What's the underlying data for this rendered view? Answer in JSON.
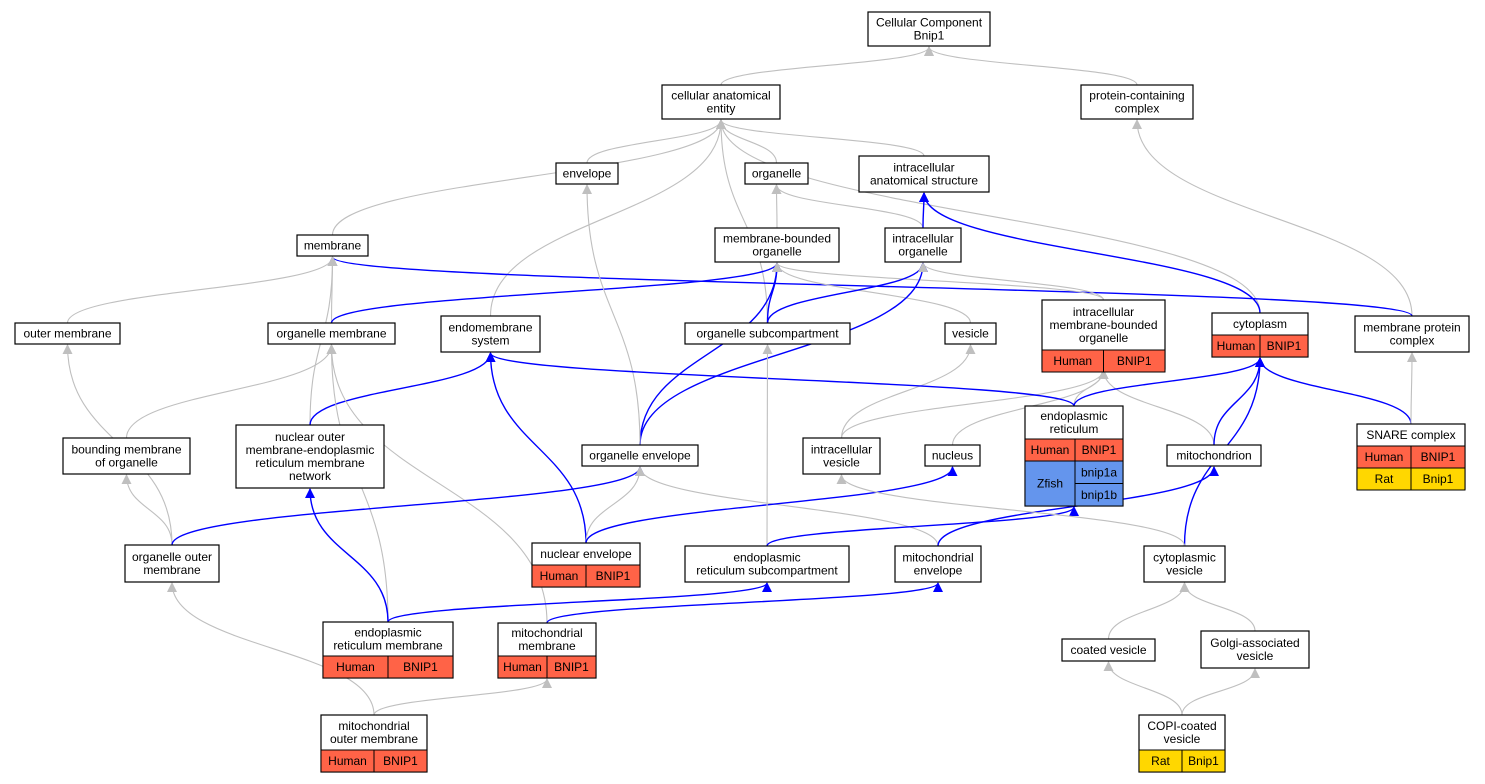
{
  "colors": {
    "gray_edge": "#bfbfbf",
    "blue_edge": "#0000ff",
    "node_stroke": "#000000",
    "human": "#ff6347",
    "zfish": "#6495ed",
    "rat": "#ffd700"
  },
  "nodes": [
    {
      "id": "cc",
      "lines": [
        "Cellular Component",
        "Bnip1"
      ]
    },
    {
      "id": "cae",
      "lines": [
        "cellular anatomical",
        "entity"
      ]
    },
    {
      "id": "pcc",
      "lines": [
        "protein-containing",
        "complex"
      ]
    },
    {
      "id": "envelope",
      "lines": [
        "envelope"
      ]
    },
    {
      "id": "organelle",
      "lines": [
        "organelle"
      ]
    },
    {
      "id": "ias",
      "lines": [
        "intracellular",
        "anatomical structure"
      ]
    },
    {
      "id": "membrane",
      "lines": [
        "membrane"
      ]
    },
    {
      "id": "mbo",
      "lines": [
        "membrane-bounded",
        "organelle"
      ]
    },
    {
      "id": "io",
      "lines": [
        "intracellular",
        "organelle"
      ]
    },
    {
      "id": "outer_membrane",
      "lines": [
        "outer membrane"
      ]
    },
    {
      "id": "organelle_membrane",
      "lines": [
        "organelle membrane"
      ]
    },
    {
      "id": "endomembrane",
      "lines": [
        "endomembrane",
        "system"
      ]
    },
    {
      "id": "osc",
      "lines": [
        "organelle subcompartment"
      ]
    },
    {
      "id": "vesicle",
      "lines": [
        "vesicle"
      ]
    },
    {
      "id": "imbo",
      "lines": [
        "intracellular",
        "membrane-bounded",
        "organelle"
      ],
      "rows": [
        [
          {
            "t": "Human",
            "c": "human"
          },
          {
            "t": "BNIP1",
            "c": "human"
          }
        ]
      ]
    },
    {
      "id": "cytoplasm",
      "lines": [
        "cytoplasm"
      ],
      "rows": [
        [
          {
            "t": "Human",
            "c": "human"
          },
          {
            "t": "BNIP1",
            "c": "human"
          }
        ]
      ]
    },
    {
      "id": "mpc",
      "lines": [
        "membrane protein",
        "complex"
      ]
    },
    {
      "id": "bmo",
      "lines": [
        "bounding membrane",
        "of organelle"
      ]
    },
    {
      "id": "nomer",
      "lines": [
        "nuclear outer",
        "membrane-endoplasmic",
        "reticulum membrane",
        "network"
      ]
    },
    {
      "id": "oenv",
      "lines": [
        "organelle envelope"
      ]
    },
    {
      "id": "iv",
      "lines": [
        "intracellular",
        "vesicle"
      ]
    },
    {
      "id": "nucleus",
      "lines": [
        "nucleus"
      ]
    },
    {
      "id": "er",
      "lines": [
        "endoplasmic",
        "reticulum"
      ],
      "rows": [
        [
          {
            "t": "Human",
            "c": "human"
          },
          {
            "t": "BNIP1",
            "c": "human"
          }
        ]
      ],
      "zfish": {
        "species": "Zfish",
        "genes": [
          "bnip1a",
          "bnip1b"
        ]
      }
    },
    {
      "id": "mito",
      "lines": [
        "mitochondrion"
      ]
    },
    {
      "id": "snare",
      "lines": [
        "SNARE complex"
      ],
      "rows": [
        [
          {
            "t": "Human",
            "c": "human"
          },
          {
            "t": "BNIP1",
            "c": "human"
          }
        ],
        [
          {
            "t": "Rat",
            "c": "rat"
          },
          {
            "t": "Bnip1",
            "c": "rat"
          }
        ]
      ]
    },
    {
      "id": "oom",
      "lines": [
        "organelle outer",
        "membrane"
      ]
    },
    {
      "id": "nenv",
      "lines": [
        "nuclear envelope"
      ],
      "rows": [
        [
          {
            "t": "Human",
            "c": "human"
          },
          {
            "t": "BNIP1",
            "c": "human"
          }
        ]
      ]
    },
    {
      "id": "ersc",
      "lines": [
        "endoplasmic",
        "reticulum subcompartment"
      ]
    },
    {
      "id": "menv",
      "lines": [
        "mitochondrial",
        "envelope"
      ]
    },
    {
      "id": "cytv",
      "lines": [
        "cytoplasmic",
        "vesicle"
      ]
    },
    {
      "id": "erm",
      "lines": [
        "endoplasmic",
        "reticulum membrane"
      ],
      "rows": [
        [
          {
            "t": "Human",
            "c": "human"
          },
          {
            "t": "BNIP1",
            "c": "human"
          }
        ]
      ]
    },
    {
      "id": "mm",
      "lines": [
        "mitochondrial",
        "membrane"
      ],
      "rows": [
        [
          {
            "t": "Human",
            "c": "human"
          },
          {
            "t": "BNIP1",
            "c": "human"
          }
        ]
      ]
    },
    {
      "id": "cv",
      "lines": [
        "coated vesicle"
      ]
    },
    {
      "id": "gav",
      "lines": [
        "Golgi-associated",
        "vesicle"
      ]
    },
    {
      "id": "mom",
      "lines": [
        "mitochondrial",
        "outer membrane"
      ],
      "rows": [
        [
          {
            "t": "Human",
            "c": "human"
          },
          {
            "t": "BNIP1",
            "c": "human"
          }
        ]
      ]
    },
    {
      "id": "copi",
      "lines": [
        "COPI-coated",
        "vesicle"
      ],
      "rows": [
        [
          {
            "t": "Rat",
            "c": "rat"
          },
          {
            "t": "Bnip1",
            "c": "rat"
          }
        ]
      ]
    }
  ],
  "edges": [
    {
      "from": "cae",
      "to": "cc",
      "type": "gray"
    },
    {
      "from": "pcc",
      "to": "cc",
      "type": "gray"
    },
    {
      "from": "envelope",
      "to": "cae",
      "type": "gray"
    },
    {
      "from": "organelle",
      "to": "cae",
      "type": "gray"
    },
    {
      "from": "ias",
      "to": "cae",
      "type": "gray"
    },
    {
      "from": "membrane",
      "to": "cae",
      "type": "gray"
    },
    {
      "from": "endomembrane",
      "to": "cae",
      "type": "gray"
    },
    {
      "from": "osc",
      "to": "cae",
      "type": "gray"
    },
    {
      "from": "cytoplasm",
      "to": "cae",
      "type": "gray"
    },
    {
      "from": "mpc",
      "to": "pcc",
      "type": "gray"
    },
    {
      "from": "mbo",
      "to": "organelle",
      "type": "gray"
    },
    {
      "from": "io",
      "to": "organelle",
      "type": "gray"
    },
    {
      "from": "io",
      "to": "ias",
      "type": "blue"
    },
    {
      "from": "cytoplasm",
      "to": "ias",
      "type": "blue"
    },
    {
      "from": "mpc",
      "to": "membrane",
      "type": "blue"
    },
    {
      "from": "outer_membrane",
      "to": "membrane",
      "type": "gray"
    },
    {
      "from": "organelle_membrane",
      "to": "membrane",
      "type": "gray"
    },
    {
      "from": "nomer",
      "to": "membrane",
      "type": "gray"
    },
    {
      "from": "organelle_membrane",
      "to": "mbo",
      "type": "blue"
    },
    {
      "from": "osc",
      "to": "mbo",
      "type": "blue"
    },
    {
      "from": "oenv",
      "to": "mbo",
      "type": "blue"
    },
    {
      "from": "vesicle",
      "to": "mbo",
      "type": "gray"
    },
    {
      "from": "imbo",
      "to": "mbo",
      "type": "gray"
    },
    {
      "from": "osc",
      "to": "io",
      "type": "blue"
    },
    {
      "from": "oenv",
      "to": "io",
      "type": "blue"
    },
    {
      "from": "imbo",
      "to": "io",
      "type": "gray"
    },
    {
      "from": "oenv",
      "to": "envelope",
      "type": "gray"
    },
    {
      "from": "iv",
      "to": "vesicle",
      "type": "gray"
    },
    {
      "from": "iv",
      "to": "imbo",
      "type": "gray"
    },
    {
      "from": "nucleus",
      "to": "imbo",
      "type": "gray"
    },
    {
      "from": "er",
      "to": "imbo",
      "type": "gray"
    },
    {
      "from": "mito",
      "to": "imbo",
      "type": "gray"
    },
    {
      "from": "er",
      "to": "cytoplasm",
      "type": "blue"
    },
    {
      "from": "mito",
      "to": "cytoplasm",
      "type": "blue"
    },
    {
      "from": "cytv",
      "to": "cytoplasm",
      "type": "blue"
    },
    {
      "from": "snare",
      "to": "cytoplasm",
      "type": "blue"
    },
    {
      "from": "snare",
      "to": "mpc",
      "type": "gray"
    },
    {
      "from": "er",
      "to": "endomembrane",
      "type": "blue"
    },
    {
      "from": "nomer",
      "to": "endomembrane",
      "type": "blue"
    },
    {
      "from": "nenv",
      "to": "endomembrane",
      "type": "blue"
    },
    {
      "from": "bmo",
      "to": "organelle_membrane",
      "type": "gray"
    },
    {
      "from": "erm",
      "to": "organelle_membrane",
      "type": "gray"
    },
    {
      "from": "mm",
      "to": "organelle_membrane",
      "type": "gray"
    },
    {
      "from": "oom",
      "to": "outer_membrane",
      "type": "gray"
    },
    {
      "from": "oom",
      "to": "bmo",
      "type": "gray"
    },
    {
      "from": "oom",
      "to": "oenv",
      "type": "blue"
    },
    {
      "from": "nenv",
      "to": "oenv",
      "type": "gray"
    },
    {
      "from": "menv",
      "to": "oenv",
      "type": "gray"
    },
    {
      "from": "nenv",
      "to": "nucleus",
      "type": "blue"
    },
    {
      "from": "ersc",
      "to": "osc",
      "type": "gray"
    },
    {
      "from": "ersc",
      "to": "er",
      "type": "blue"
    },
    {
      "from": "menv",
      "to": "mito",
      "type": "blue"
    },
    {
      "from": "cytv",
      "to": "iv",
      "type": "gray"
    },
    {
      "from": "erm",
      "to": "nomer",
      "type": "blue"
    },
    {
      "from": "erm",
      "to": "ersc",
      "type": "blue"
    },
    {
      "from": "mm",
      "to": "menv",
      "type": "blue"
    },
    {
      "from": "mom",
      "to": "oom",
      "type": "gray"
    },
    {
      "from": "mom",
      "to": "mm",
      "type": "gray"
    },
    {
      "from": "cv",
      "to": "cytv",
      "type": "gray"
    },
    {
      "from": "gav",
      "to": "cytv",
      "type": "gray"
    },
    {
      "from": "copi",
      "to": "cv",
      "type": "gray"
    },
    {
      "from": "copi",
      "to": "gav",
      "type": "gray"
    }
  ]
}
